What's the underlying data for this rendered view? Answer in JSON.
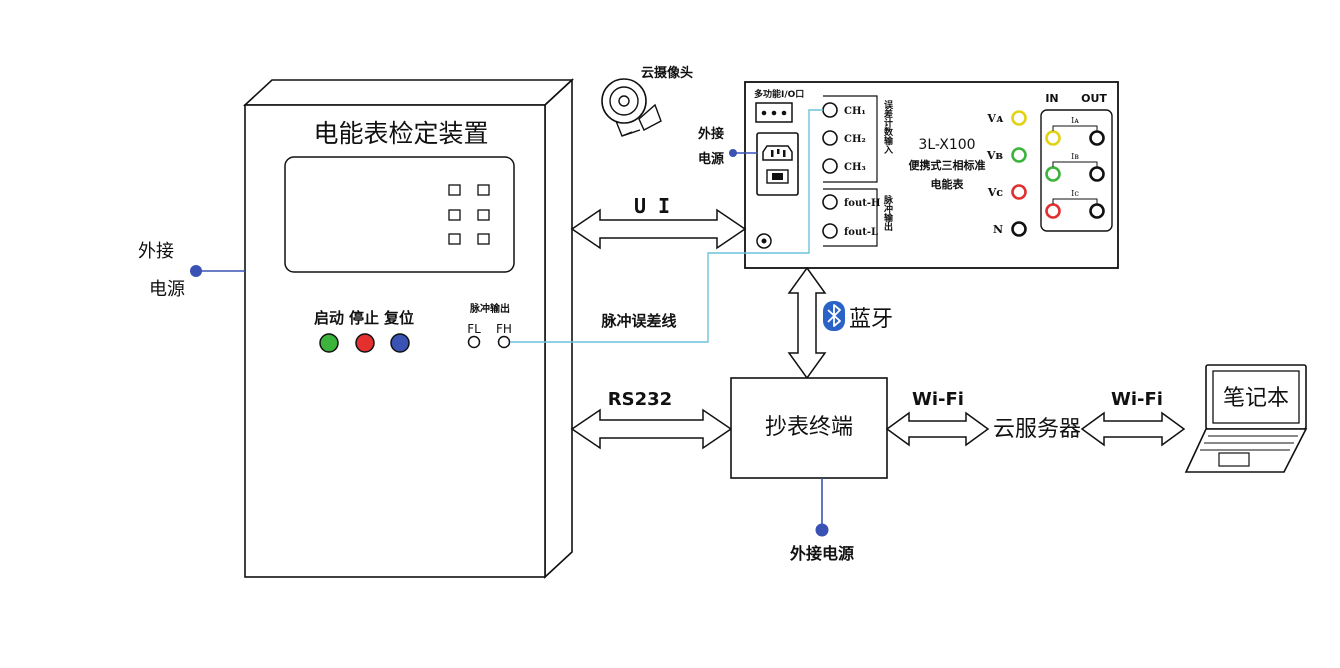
{
  "device": {
    "title": "电能表检定装置",
    "buttons": [
      "启动",
      "停止",
      "复位"
    ],
    "button_colors": [
      "#3cb43c",
      "#e53030",
      "#3a52b4"
    ],
    "pulse_label": "脉冲输出",
    "fl": "FL",
    "fh": "FH",
    "power": [
      "外接",
      "电源"
    ]
  },
  "camera": {
    "label": "云摄像头"
  },
  "meter": {
    "multi_io": "多功能I/O口",
    "ch": [
      "CH₁",
      "CH₂",
      "CH₃"
    ],
    "pulse_in_label": "误差计数输入",
    "fout": [
      "fout-H",
      "fout-L"
    ],
    "pulse_out_label": "脉冲输出",
    "model": "3L-X100",
    "name_line1": "便携式三相标准",
    "name_line2": "电能表",
    "volt_labels": [
      "Vᴀ",
      "Vʙ",
      "Vᴄ",
      "N"
    ],
    "volt_colors": [
      "#e3d214",
      "#3cb43c",
      "#e03030",
      "#111111"
    ],
    "in_label": "IN",
    "out_label": "OUT",
    "current_labels": [
      "Iᴀ",
      "Iʙ",
      "Iᴄ"
    ],
    "power": [
      "外接",
      "电源"
    ]
  },
  "links": {
    "ui": "U I",
    "pulse_error_line": "脉冲误差线",
    "bluetooth": "蓝牙",
    "rs232": "RS232",
    "wifi1": "Wi-Fi",
    "wifi2": "Wi-Fi"
  },
  "terminal": {
    "label": "抄表终端",
    "power": "外接电源"
  },
  "cloud": {
    "label": "云服务器"
  },
  "laptop": {
    "label": "笔记本"
  },
  "colors": {
    "wire": "#3a52b4",
    "pulse_wire": "#6cc3dc",
    "bt": "#2a63c8"
  }
}
